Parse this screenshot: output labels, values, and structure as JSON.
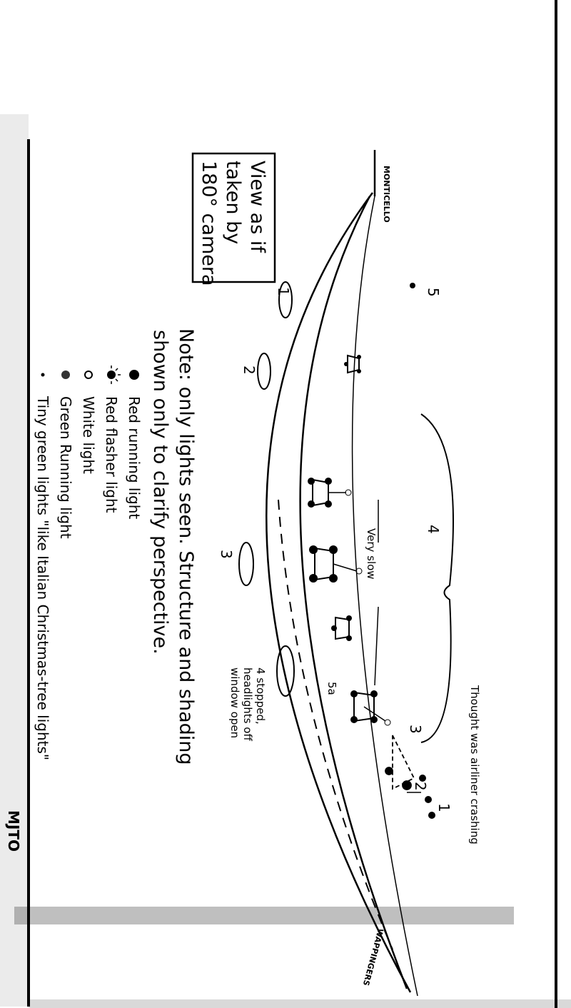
{
  "box_note": {
    "line1": "View as if",
    "line2": "taken by",
    "line3": "180° camera"
  },
  "note": {
    "line1": "Note: only lights seen. Structure and shading",
    "line2": "shown only to clarify perspective."
  },
  "legend": [
    {
      "icon": "filled-dot",
      "label": "Red running light"
    },
    {
      "icon": "flasher-dot",
      "label": "Red flasher light"
    },
    {
      "icon": "open-circle",
      "label": "White light"
    },
    {
      "icon": "hatched-dot",
      "label": "Green Running light"
    },
    {
      "icon": "small-dot",
      "label": "Tiny green lights \"like Italian Christmas-tree lights\""
    }
  ],
  "labels": {
    "town": "MONTICELLO",
    "far_end": "WAPPINGERS",
    "speed": "Very slow",
    "object_4": "4",
    "airliner": "Thought was airliner crashing",
    "stopped_1": "4 stopped,",
    "stopped_2": "headlights off",
    "stopped_3": "window open",
    "car1": "1",
    "car2": "2",
    "car3": "3",
    "obj3": "3",
    "obj5": "5",
    "obj5a": "5a",
    "flash1": "1",
    "flash2": "2",
    "stamp": "MJTO"
  }
}
